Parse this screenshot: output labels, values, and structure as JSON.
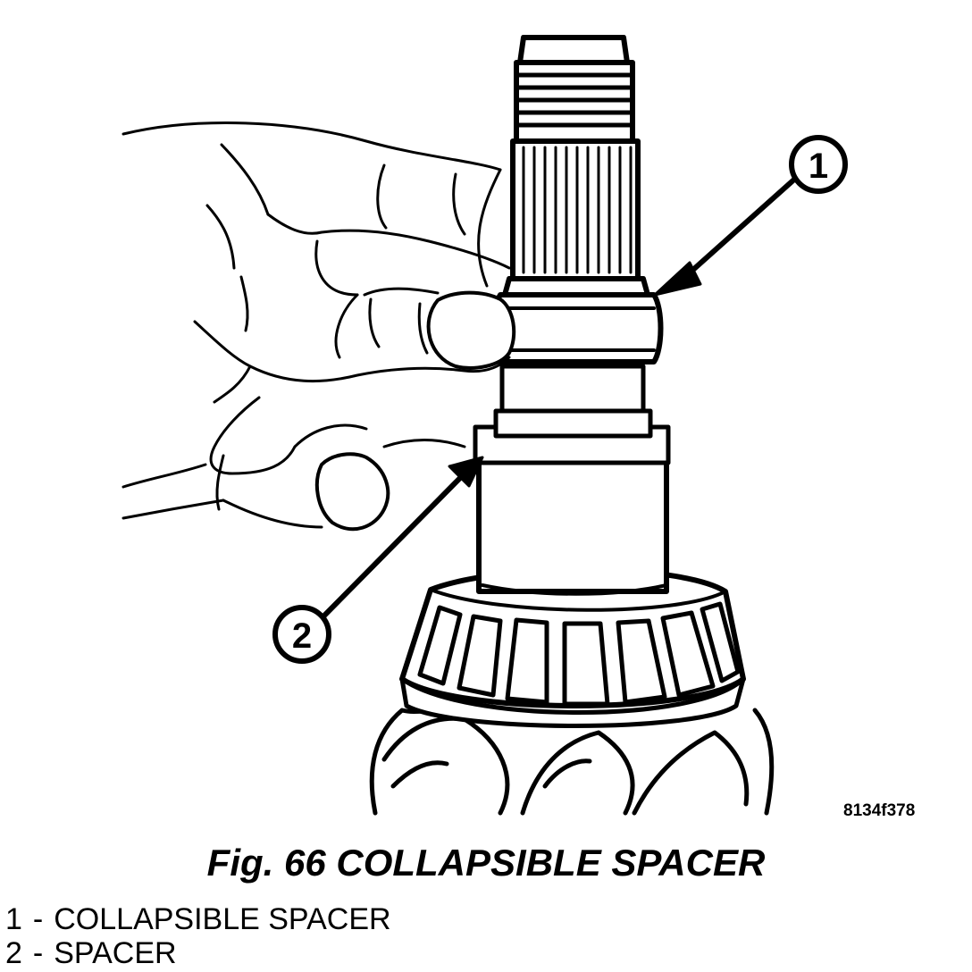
{
  "figure": {
    "code": "8134f378",
    "caption": "Fig. 66 COLLAPSIBLE SPACER"
  },
  "callouts": [
    {
      "number": "1"
    },
    {
      "number": "2"
    }
  ],
  "legend": [
    {
      "number": "1",
      "separator": "-",
      "label": "COLLAPSIBLE SPACER"
    },
    {
      "number": "2",
      "separator": "-",
      "label": "SPACER"
    }
  ]
}
